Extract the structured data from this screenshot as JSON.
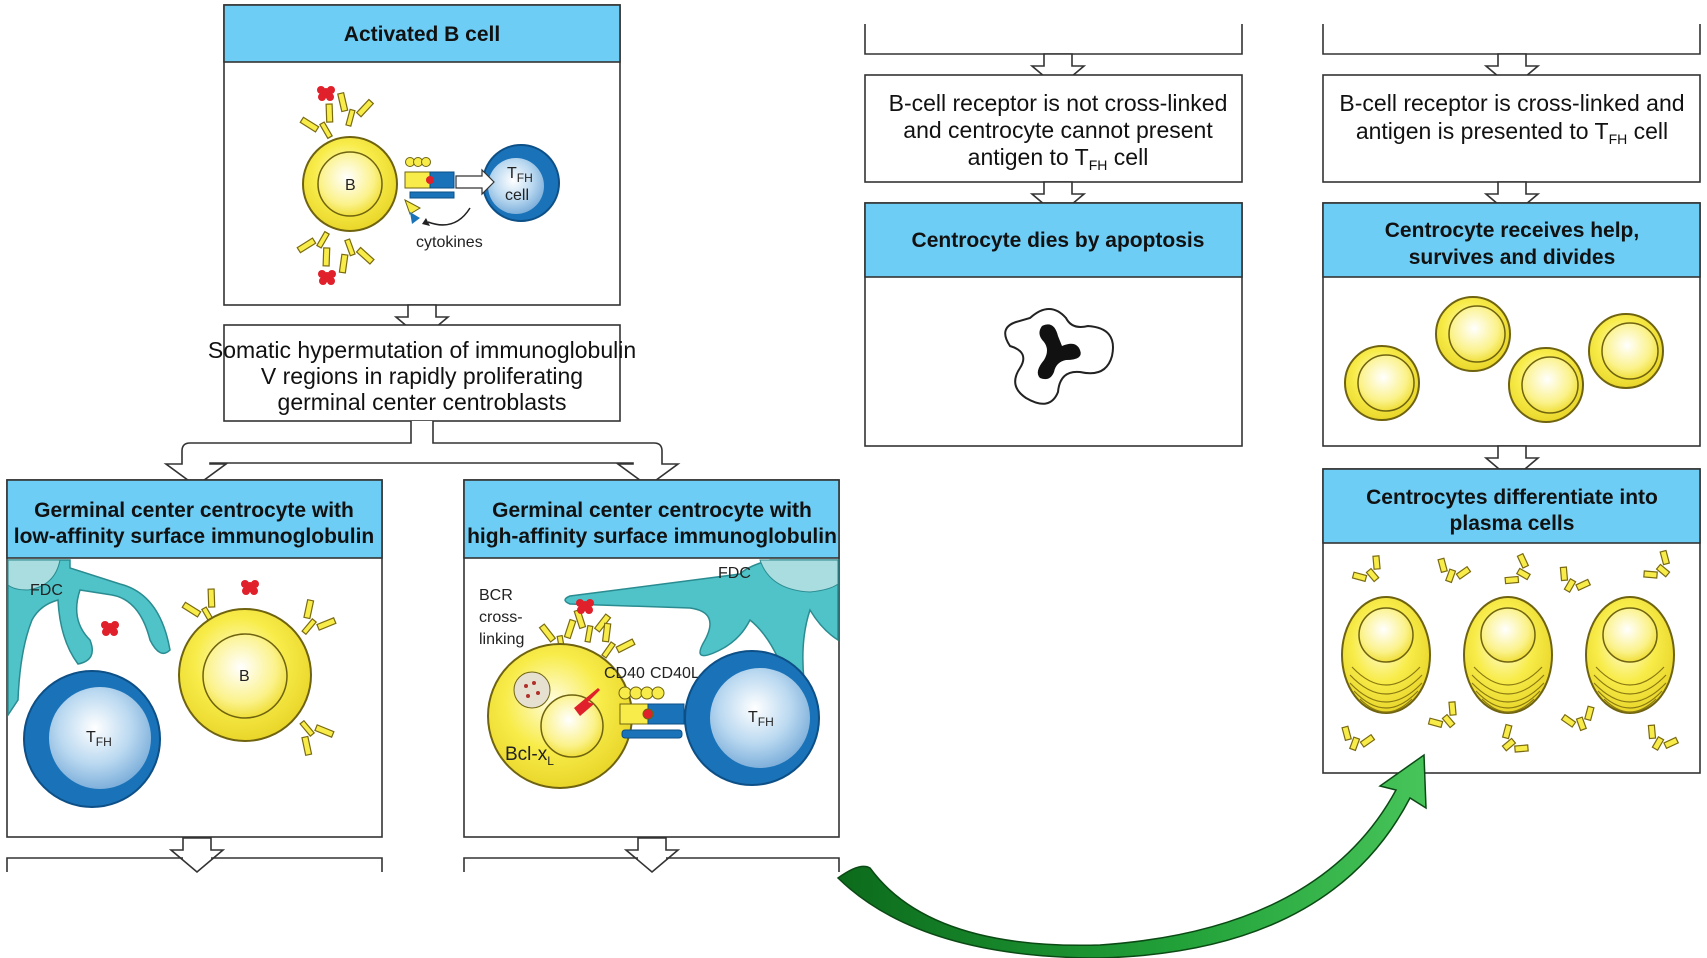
{
  "colors": {
    "header_fill": "#6dcdf5",
    "b_cell_yellow": "#f8ec4a",
    "b_cell_outline": "#8a7a12",
    "tfh_blue": "#1a73b8",
    "fdc_teal": "#4fc3c8",
    "antigen_red": "#e0202a",
    "green_arrow": "#1f8f2e"
  },
  "boxes": {
    "activated": {
      "title": "Activated B cell"
    },
    "hypermutation": {
      "lines": [
        "Somatic hypermutation of immunoglobulin",
        "V regions in rapidly proliferating",
        "germinal center centroblasts"
      ]
    },
    "low_affinity": {
      "title_lines": [
        "Germinal center centrocyte with",
        "low-affinity surface immunoglobulin"
      ]
    },
    "high_affinity": {
      "title_lines": [
        "Germinal center centrocyte with",
        "high-affinity surface immunoglobulin"
      ]
    },
    "not_cross_linked": {
      "line1": "B-cell receptor is not cross-linked",
      "line2": "and centrocyte cannot present",
      "line3_pre": "antigen to T",
      "line3_sub": "FH",
      "line3_post": " cell"
    },
    "cross_linked": {
      "line1": "B-cell receptor is cross-linked and",
      "line2_pre": "antigen is presented to T",
      "line2_sub": "FH",
      "line2_post": " cell"
    },
    "apoptosis": {
      "title": "Centrocyte dies by apoptosis"
    },
    "help": {
      "title_lines": [
        "Centrocyte receives help,",
        "survives and divides"
      ]
    },
    "plasma": {
      "title_lines": [
        "Centrocytes differentiate into",
        "plasma cells"
      ]
    }
  },
  "labels": {
    "b": "B",
    "t": "T",
    "fh": "FH",
    "cell": "cell",
    "cytokines": "cytokines",
    "fdc": "FDC",
    "bcr_lines": [
      "BCR",
      "cross-",
      "linking"
    ],
    "cd40": "CD40",
    "cd40l": "CD40L",
    "bcl": "Bcl-x",
    "bcl_sub": "L"
  }
}
